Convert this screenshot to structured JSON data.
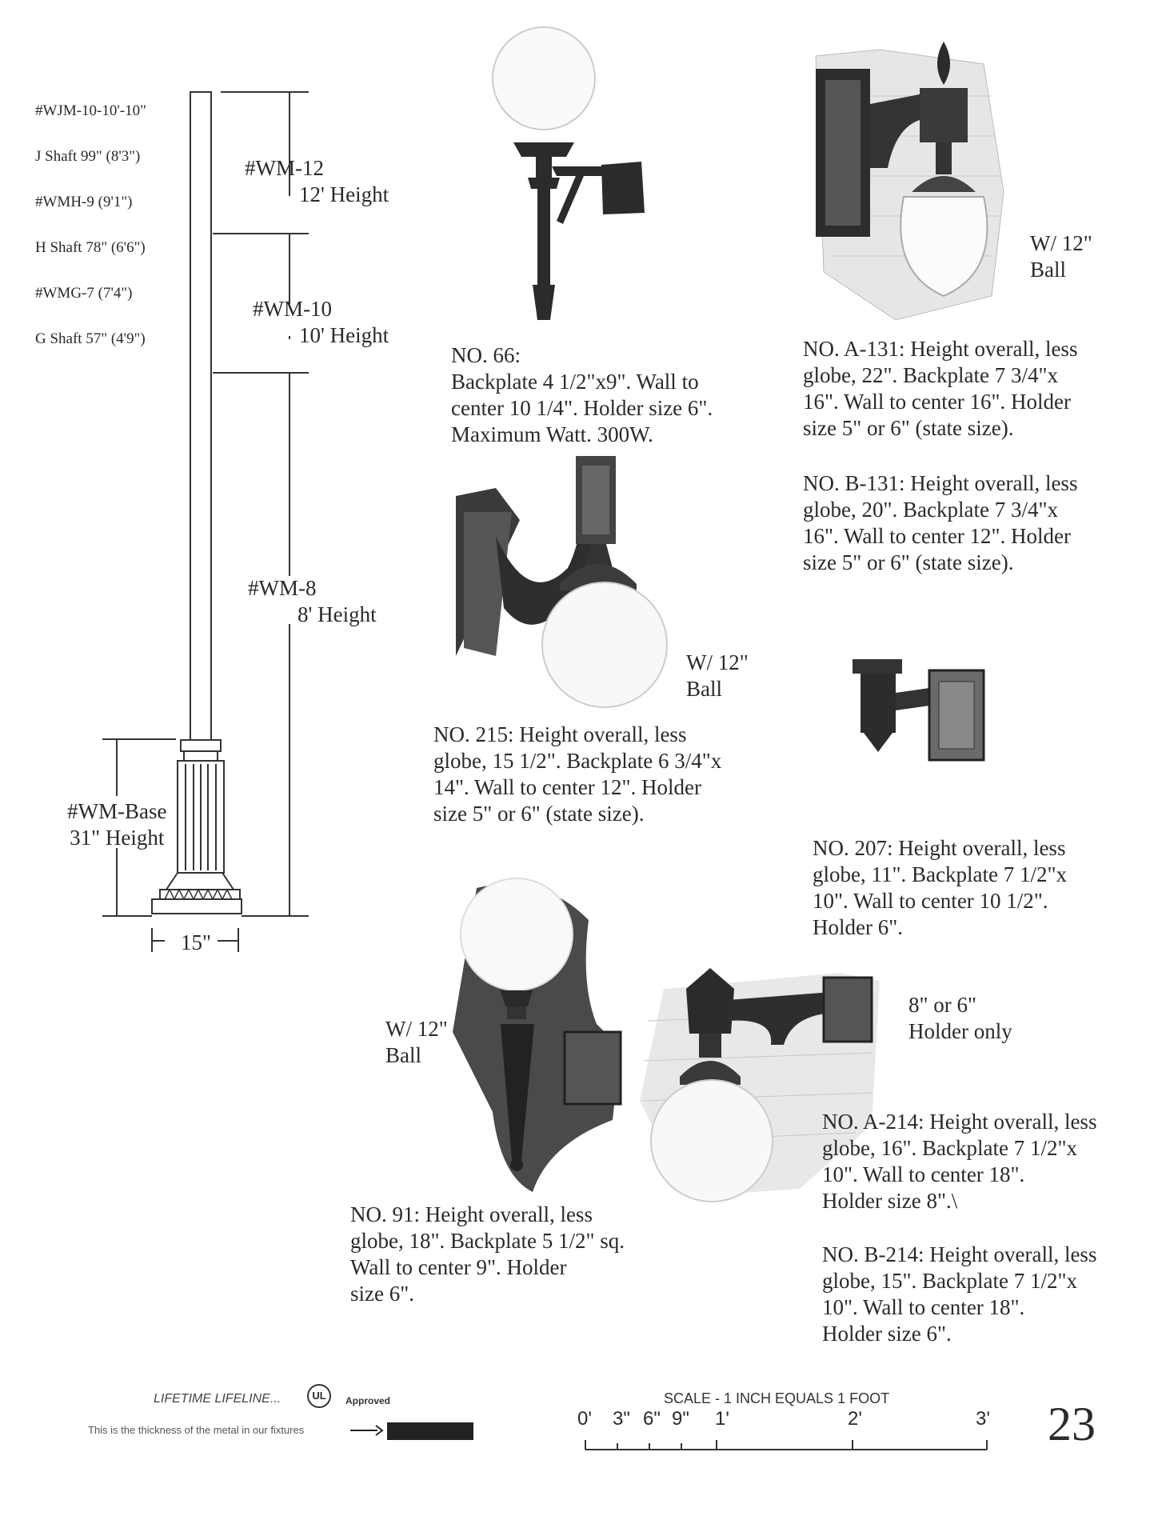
{
  "pole": {
    "model_labels": [
      "#WJM-10-10'-10\"",
      "J Shaft 99\" (8'3\")",
      "#WMH-9 (9'1\")",
      "H Shaft 78\" (6'6\")",
      "#WMG-7 (7'4\")",
      "G Shaft 57\" (4'9\")"
    ],
    "wm12": {
      "name": "#WM-12",
      "height": "12' Height"
    },
    "wm10": {
      "name": "#WM-10",
      "height": "10' Height"
    },
    "wm8": {
      "name": "#WM-8",
      "height": "8' Height"
    },
    "base": {
      "name": "#WM-Base",
      "height": "31\" Height"
    },
    "base_width": "15\""
  },
  "fixtures": {
    "no66": "NO. 66:\nBackplate 4 1/2\"x9\".  Wall to\ncenter 10 1/4\".  Holder size 6\".\nMaximum Watt.  300W.",
    "a131_ball": "W/ 12\"\nBall",
    "a131": "NO. A-131:  Height overall, less\nglobe, 22\".  Backplate 7 3/4\"x\n16\".  Wall to center 16\".  Holder\nsize 5\" or 6\" (state size).",
    "b131": "NO. B-131:  Height overall, less\nglobe, 20\".  Backplate 7 3/4\"x\n16\".  Wall to center 12\".  Holder\nsize 5\" or 6\" (state size).",
    "no215_ball": "W/ 12\"\nBall",
    "no215": "NO. 215:  Height overall, less\nglobe, 15 1/2\".  Backplate 6 3/4\"x\n14\".  Wall to center 12\".  Holder\nsize 5\" or 6\" (state size).",
    "no207": "NO. 207:  Height overall, less\nglobe, 11\".  Backplate 7 1/2\"x\n10\".  Wall to center 10 1/2\".\nHolder 6\".",
    "no91_ball": "W/ 12\"\nBall",
    "no91": "NO. 91:  Height overall, less\nglobe, 18\".  Backplate 5 1/2\" sq.\nWall to center 9\".  Holder\nsize  6\".",
    "a214_holder": "8\" or 6\"\nHolder only",
    "a214": "NO. A-214:  Height overall, less\nglobe, 16\".  Backplate 7 1/2\"x\n10\".  Wall to center 18\".\nHolder size 8\".\\",
    "b214": "NO. B-214:  Height overall, less\nglobe, 15\".  Backplate 7 1/2\"x\n10\".  Wall to center 18\".\nHolder size 6\"."
  },
  "footer": {
    "lifetime": "LIFETIME LIFELINE...",
    "ul_mark": "UL",
    "approved": "Approved",
    "thickness_note": "This is the thickness of the metal in our fixtures",
    "scale_title": "SCALE  -  1 INCH EQUALS 1 FOOT",
    "scale_ticks": [
      "0'",
      "3\"",
      "6\"",
      "9\"",
      "1'",
      "2'",
      "3'"
    ],
    "page_number": "23"
  }
}
